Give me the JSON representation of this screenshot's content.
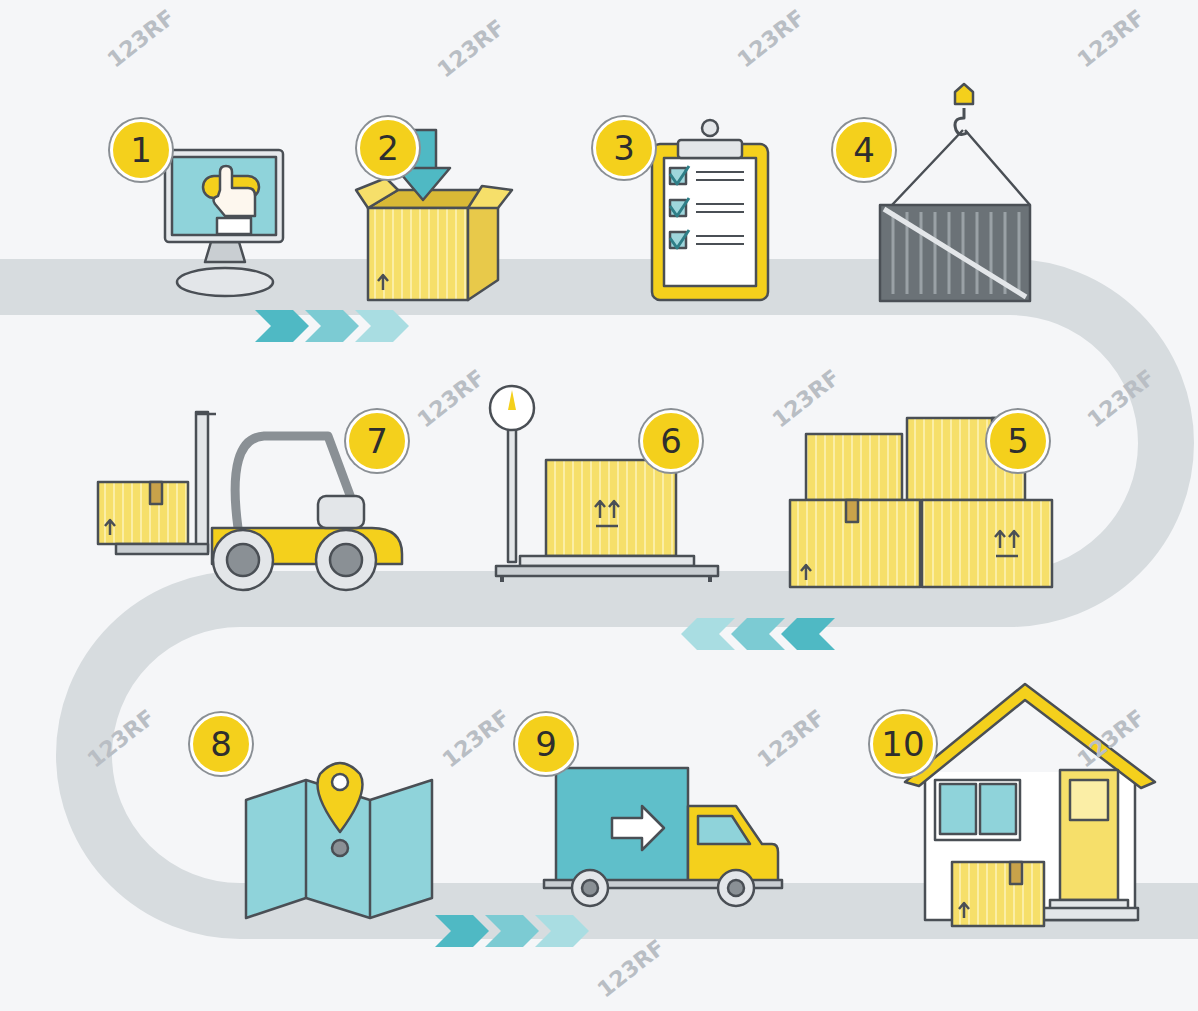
{
  "diagram": {
    "nodes": [
      {
        "text": [
          "1"
        ]
      },
      {
        "text": [
          "2"
        ]
      },
      {
        "text": [
          "3"
        ]
      },
      {
        "text": [
          "4"
        ]
      },
      {
        "text": [
          "5"
        ]
      },
      {
        "text": [
          "6"
        ]
      },
      {
        "text": [
          "7"
        ]
      },
      {
        "text": [
          "8"
        ]
      },
      {
        "text": [
          "9"
        ]
      },
      {
        "text": [
          "10"
        ]
      }
    ],
    "labels": [
      "123RF",
      "123RF",
      "123RF",
      "123RF",
      "123RF",
      "123RF",
      "123RF",
      "123RF",
      "123RF",
      "123RF",
      "123RF",
      "123RF"
    ]
  }
}
